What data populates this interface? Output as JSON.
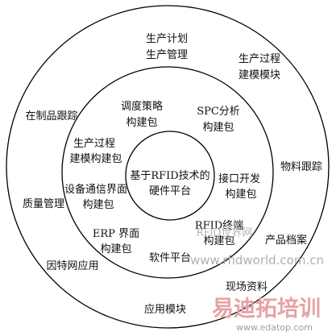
{
  "center": {
    "line1": "基于RFID技术的",
    "line2": "硬件平台"
  },
  "middle_ring": {
    "title": "软件平台",
    "items": [
      {
        "line1": "调度策略",
        "line2": "构建包"
      },
      {
        "line1": "SPC分析",
        "line2": "构建包"
      },
      {
        "line1": "生产过程",
        "line2": "建模构建包"
      },
      {
        "line1": "接口开发",
        "line2": "构建包"
      },
      {
        "line1": "设备通信界面",
        "line2": "构建包"
      },
      {
        "line1": "ERP 界面",
        "line2": "构建包"
      },
      {
        "line1": "RFID终端",
        "line2": "构建包"
      }
    ]
  },
  "outer_ring": {
    "title": "应用模块",
    "items": [
      {
        "line1": "生产计划",
        "line2": "生产管理"
      },
      {
        "line1": "生产过程",
        "line2": "建模模块"
      },
      {
        "line1": "在制品跟踪"
      },
      {
        "line1": "物料跟踪"
      },
      {
        "line1": "质量管理"
      },
      {
        "line1": "产品档案"
      },
      {
        "line1": "因特网应用"
      },
      {
        "line1": "现场资料"
      }
    ]
  },
  "watermarks": {
    "rfid_site_name": "RFID世界网",
    "rfid_site_url": "www.rfidworld.com.cn",
    "edatop_name": "易迪拓培训",
    "edatop_url": "www.edatop.com"
  },
  "colors": {
    "line": "#000000",
    "background": "#ffffff",
    "watermark_red": "#e6a3a3",
    "watermark_gray": "#b0b0b0"
  }
}
